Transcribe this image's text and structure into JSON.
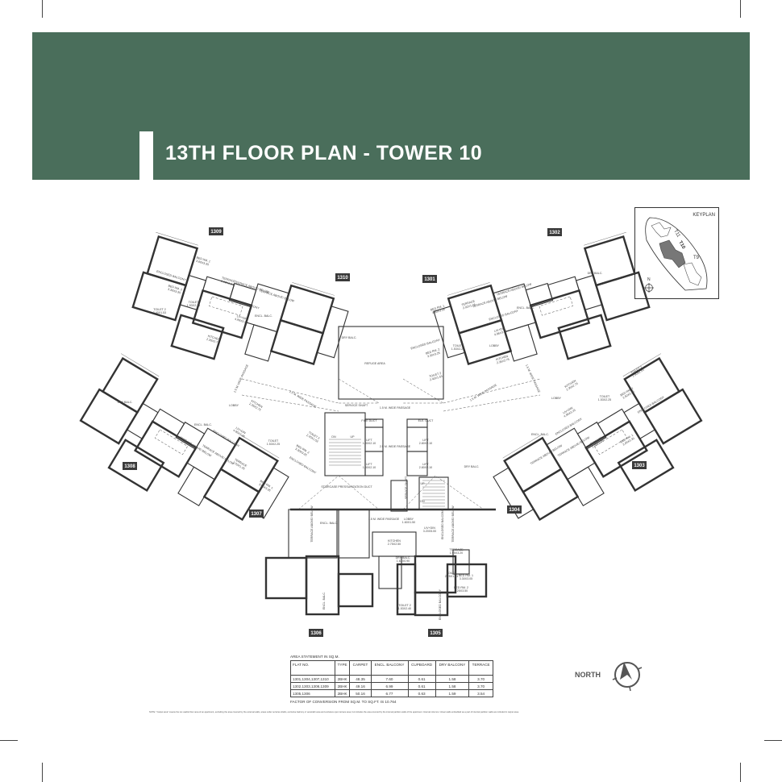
{
  "header": {
    "title": "13TH FLOOR PLAN - TOWER 10",
    "color": "#4a6e5b"
  },
  "keyplan": {
    "label": "KEYPLAN",
    "towers": [
      "T11",
      "T10",
      "T9"
    ],
    "north": "N",
    "highlight_color": "#777777"
  },
  "units": [
    "1309",
    "1310",
    "1301",
    "1302",
    "1308",
    "1307",
    "1304",
    "1303",
    "1306",
    "1305"
  ],
  "labels": [
    "BED RM. 1 3.60X3.35",
    "ENCLOSED BALCONY",
    "BED RM. 2 3.30X3.35",
    "TOILET 1.53X2.25",
    "TOILET 2 2.40X1.53",
    "TERRACE 2.02X1.24",
    "TERRACE ABOVE/ BELOW",
    "TERRACE ABOVE/ BELOW",
    "ENCLOSED BALCONY",
    "LIV+DIN 4.96X3.25",
    "KITCHEN 2.35X2.75",
    "ENCL. BALC.",
    "DRY BALC.",
    "BED RM. 1 3.60X3.35",
    "TERRACE 2.02X1.24",
    "TERRACE ABOVE/ BELOW",
    "TERRACE ABOVE/ BELOW",
    "ENCLOSED BALCONY",
    "LIV+DIN 4.96X3.25",
    "ENCL. BALC.",
    "ENCLOSED BALCONY",
    "BED RM. 2 3.30X3.25",
    "TOILET 1.53X2.25",
    "TOILET 2 2.40X1.53",
    "KITCHEN 2.35X2.75",
    "LOBBY",
    "DRY BALC.",
    "DRY BALC.",
    "ENCL. BALC.",
    "LOBBY",
    "KITCHEN 2.35X2.75",
    "LIV+DIN 4.96X3.25",
    "ENCLOSED BALCONY",
    "TERRACE ABOVE/ BELOW",
    "TERRACE ABOVE/ BELOW",
    "TERRACE 2.02X1.45",
    "TOILET 1.53X2.25",
    "TOILET 2 2.40X1.53",
    "BED RM. 2 3.30X3.25",
    "ENCLOSED BALCONY",
    "BED RM. 1 3.05X3.35",
    "KITCHEN 2.35X2.75",
    "LOBBY",
    "LIV+DIN 4.96X3.25",
    "ENCLOSED BALCONY",
    "ENCL. BALC.",
    "TERRACE ABOVE/ BELOW",
    "TERRACE ABOVE/ BELOW",
    "TERRACE 2.02X1.45",
    "TOILET 2 2.40X1.53",
    "BED RM. 2 3.50X3.25",
    "TOILET 1.53X2.25",
    "ENCLOSED BALCONY",
    "BED RM. 1 3.05X3.30",
    "DRY BALC.",
    "REFUGE AREA",
    "SERVICE SHAFT",
    "1.5 M. WIDE PASSAGE",
    "FIRE DUCT",
    "ELE. DUCT",
    "LIFT 1.90X2.10",
    "LIFT 1.90X2.10",
    "LIFT 2.80X2.10",
    "LIFT 2.80X2.10",
    "2.5 M. WIDE PASSAGE",
    "DN",
    "UP",
    "STAIRCASE PRESSURIZATION DUCT",
    "UP",
    "DN",
    "SERVICE SHAFT",
    "1.5 M. WIDE PASSAGE",
    "1.5 M. WIDE PASSAGE",
    "1.5 M. WIDE PASSAGE",
    "1.5 M. WIDE PASSAGE",
    "TERRACE ABOVE/ BELOW",
    "ENCL. BALC.",
    "1.5 M. WIDE PASSAGE",
    "LOBBY 1.60X1.50",
    "LIV+DIN 3.20X5.00",
    "ENCLOSED BALCONY",
    "TERRACE ABOVE/ BELOW",
    "KITCHEN 2.75X2.50",
    "DRY BALC. 1.63X0.90",
    "TERRACE 1.95X3.20",
    "TOILET 2.25X1.53",
    "BED RM. 2 3.25X3.50",
    "BED RM. 1 3.30X3.05",
    "TOILET 2 1.53X2.40",
    "ENCLOSED BALCONY",
    "ENCL. BALC."
  ],
  "area_statement": {
    "caption": "AREA STATEMENT IN SQ.M.",
    "headers": [
      "FLAT NO.",
      "TYPE",
      "CARPET",
      "ENCL. BALCONY",
      "CUPBOARD",
      "DRY BALCONY",
      "TERRACE"
    ],
    "rows": [
      [
        "1301,1304,1307,1310",
        "2BHK",
        "48.35",
        "7.60",
        "0.61",
        "1.58",
        "3.70"
      ],
      [
        "1302,1303,1308,1309",
        "2BHK",
        "49.16",
        "6.99",
        "0.61",
        "1.58",
        "3.70"
      ],
      [
        "1305,1306",
        "2BHK",
        "50.16",
        "6.77",
        "0.63",
        "1.59",
        "3.54"
      ]
    ],
    "factor": "FACTOR OF CONVERSION FROM SQ.M. TO SQ.FT. IS 10.764"
  },
  "note": "NOTE: \"Carpet area\" means the net usable floor area of an apartment, excluding the area covered by the external walls, areas under services shafts, exclusive balcony or verandah area and exclusive open terrace area, but includes the area covered by the internal partition walls of the apartment. Internal columns / shear walls embedded as a part of internal partition walls are included in carpet area.",
  "north": {
    "label": "NORTH",
    "icon": "north-compass-icon"
  }
}
